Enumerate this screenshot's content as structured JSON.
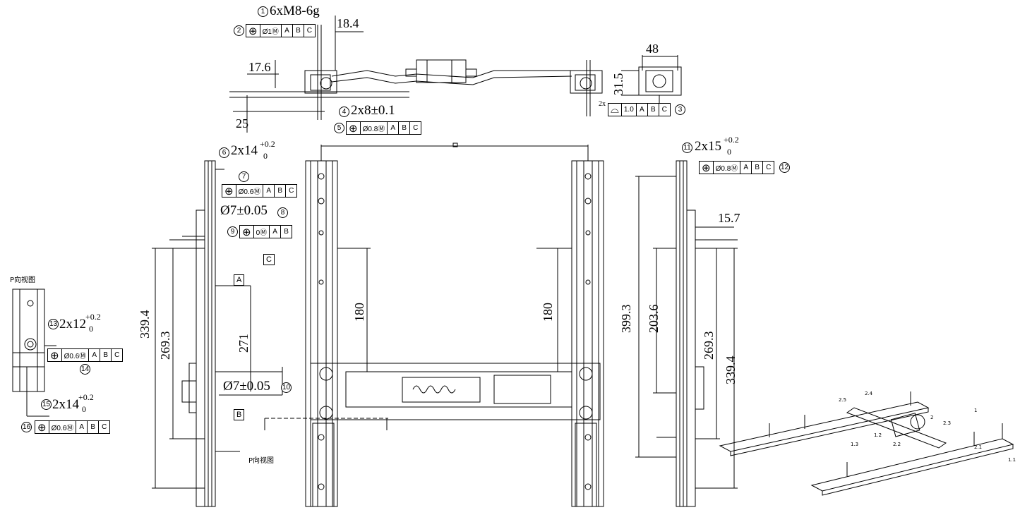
{
  "callouts": {
    "c1": {
      "num": "1",
      "text": "6xM8-6g"
    },
    "c2": {
      "num": "2",
      "frame": [
        "⊕",
        "Ø1Ⓜ",
        "A",
        "B",
        "C"
      ]
    },
    "c3": {
      "num": "3",
      "prefix": "2x",
      "frame": [
        "⌓",
        "1.0",
        "A",
        "B",
        "C"
      ]
    },
    "c4": {
      "num": "4",
      "text": "2x8±0.1"
    },
    "c5": {
      "num": "5",
      "frame": [
        "⊕",
        "Ø0.8Ⓜ",
        "A",
        "B",
        "C"
      ]
    },
    "c6": {
      "num": "6",
      "text": "2x14",
      "tol_up": "+0.2",
      "tol_dn": "0"
    },
    "c7": {
      "num": "7",
      "frame": [
        "⊕",
        "Ø0.6Ⓜ",
        "A",
        "B",
        "C"
      ]
    },
    "c8": {
      "num": "8",
      "text": "Ø7±0.05"
    },
    "c9": {
      "num": "9",
      "frame": [
        "⊕",
        "0Ⓜ",
        "A",
        "B"
      ]
    },
    "c10": {
      "num": "10",
      "text": "Ø7±0.05"
    },
    "c11": {
      "num": "11",
      "text": "2x15",
      "tol_up": "+0.2",
      "tol_dn": "0"
    },
    "c12": {
      "num": "12",
      "frame": [
        "⊕",
        "Ø0.8Ⓜ",
        "A",
        "B",
        "C"
      ]
    },
    "c13": {
      "num": "13",
      "text": "2x12",
      "tol_up": "+0.2",
      "tol_dn": "0"
    },
    "c14": {
      "num": "14",
      "frame": [
        "⊕",
        "Ø0.6Ⓜ",
        "A",
        "B",
        "C"
      ]
    },
    "c15": {
      "num": "15",
      "text": "2x14",
      "tol_up": "+0.2",
      "tol_dn": "0"
    },
    "c16": {
      "num": "16",
      "frame": [
        "⊕",
        "Ø0.6Ⓜ",
        "A",
        "B",
        "C"
      ]
    }
  },
  "datums": {
    "a": "A",
    "b": "B",
    "c": "C"
  },
  "dims": {
    "d18_4": "18.4",
    "d17_6": "17.6",
    "d25": "25",
    "d48": "48",
    "d31_5": "31.5",
    "d339_4_left": "339.4",
    "d269_3_left": "269.3",
    "d271": "271",
    "d180_left": "180",
    "d180_right": "180",
    "d399_3": "399.3",
    "d203_6": "203.6",
    "d15_7": "15.7",
    "d269_3_right": "269.3",
    "d339_4_right": "339.4"
  },
  "notes": {
    "p_view_title": "P向视图",
    "p_view_arrow": "P向视图"
  },
  "iso_labels": [
    "2.5",
    "2.4",
    "1",
    "2",
    "2.3",
    "1.3",
    "1.2",
    "2.2",
    "2.1",
    "1.1"
  ]
}
